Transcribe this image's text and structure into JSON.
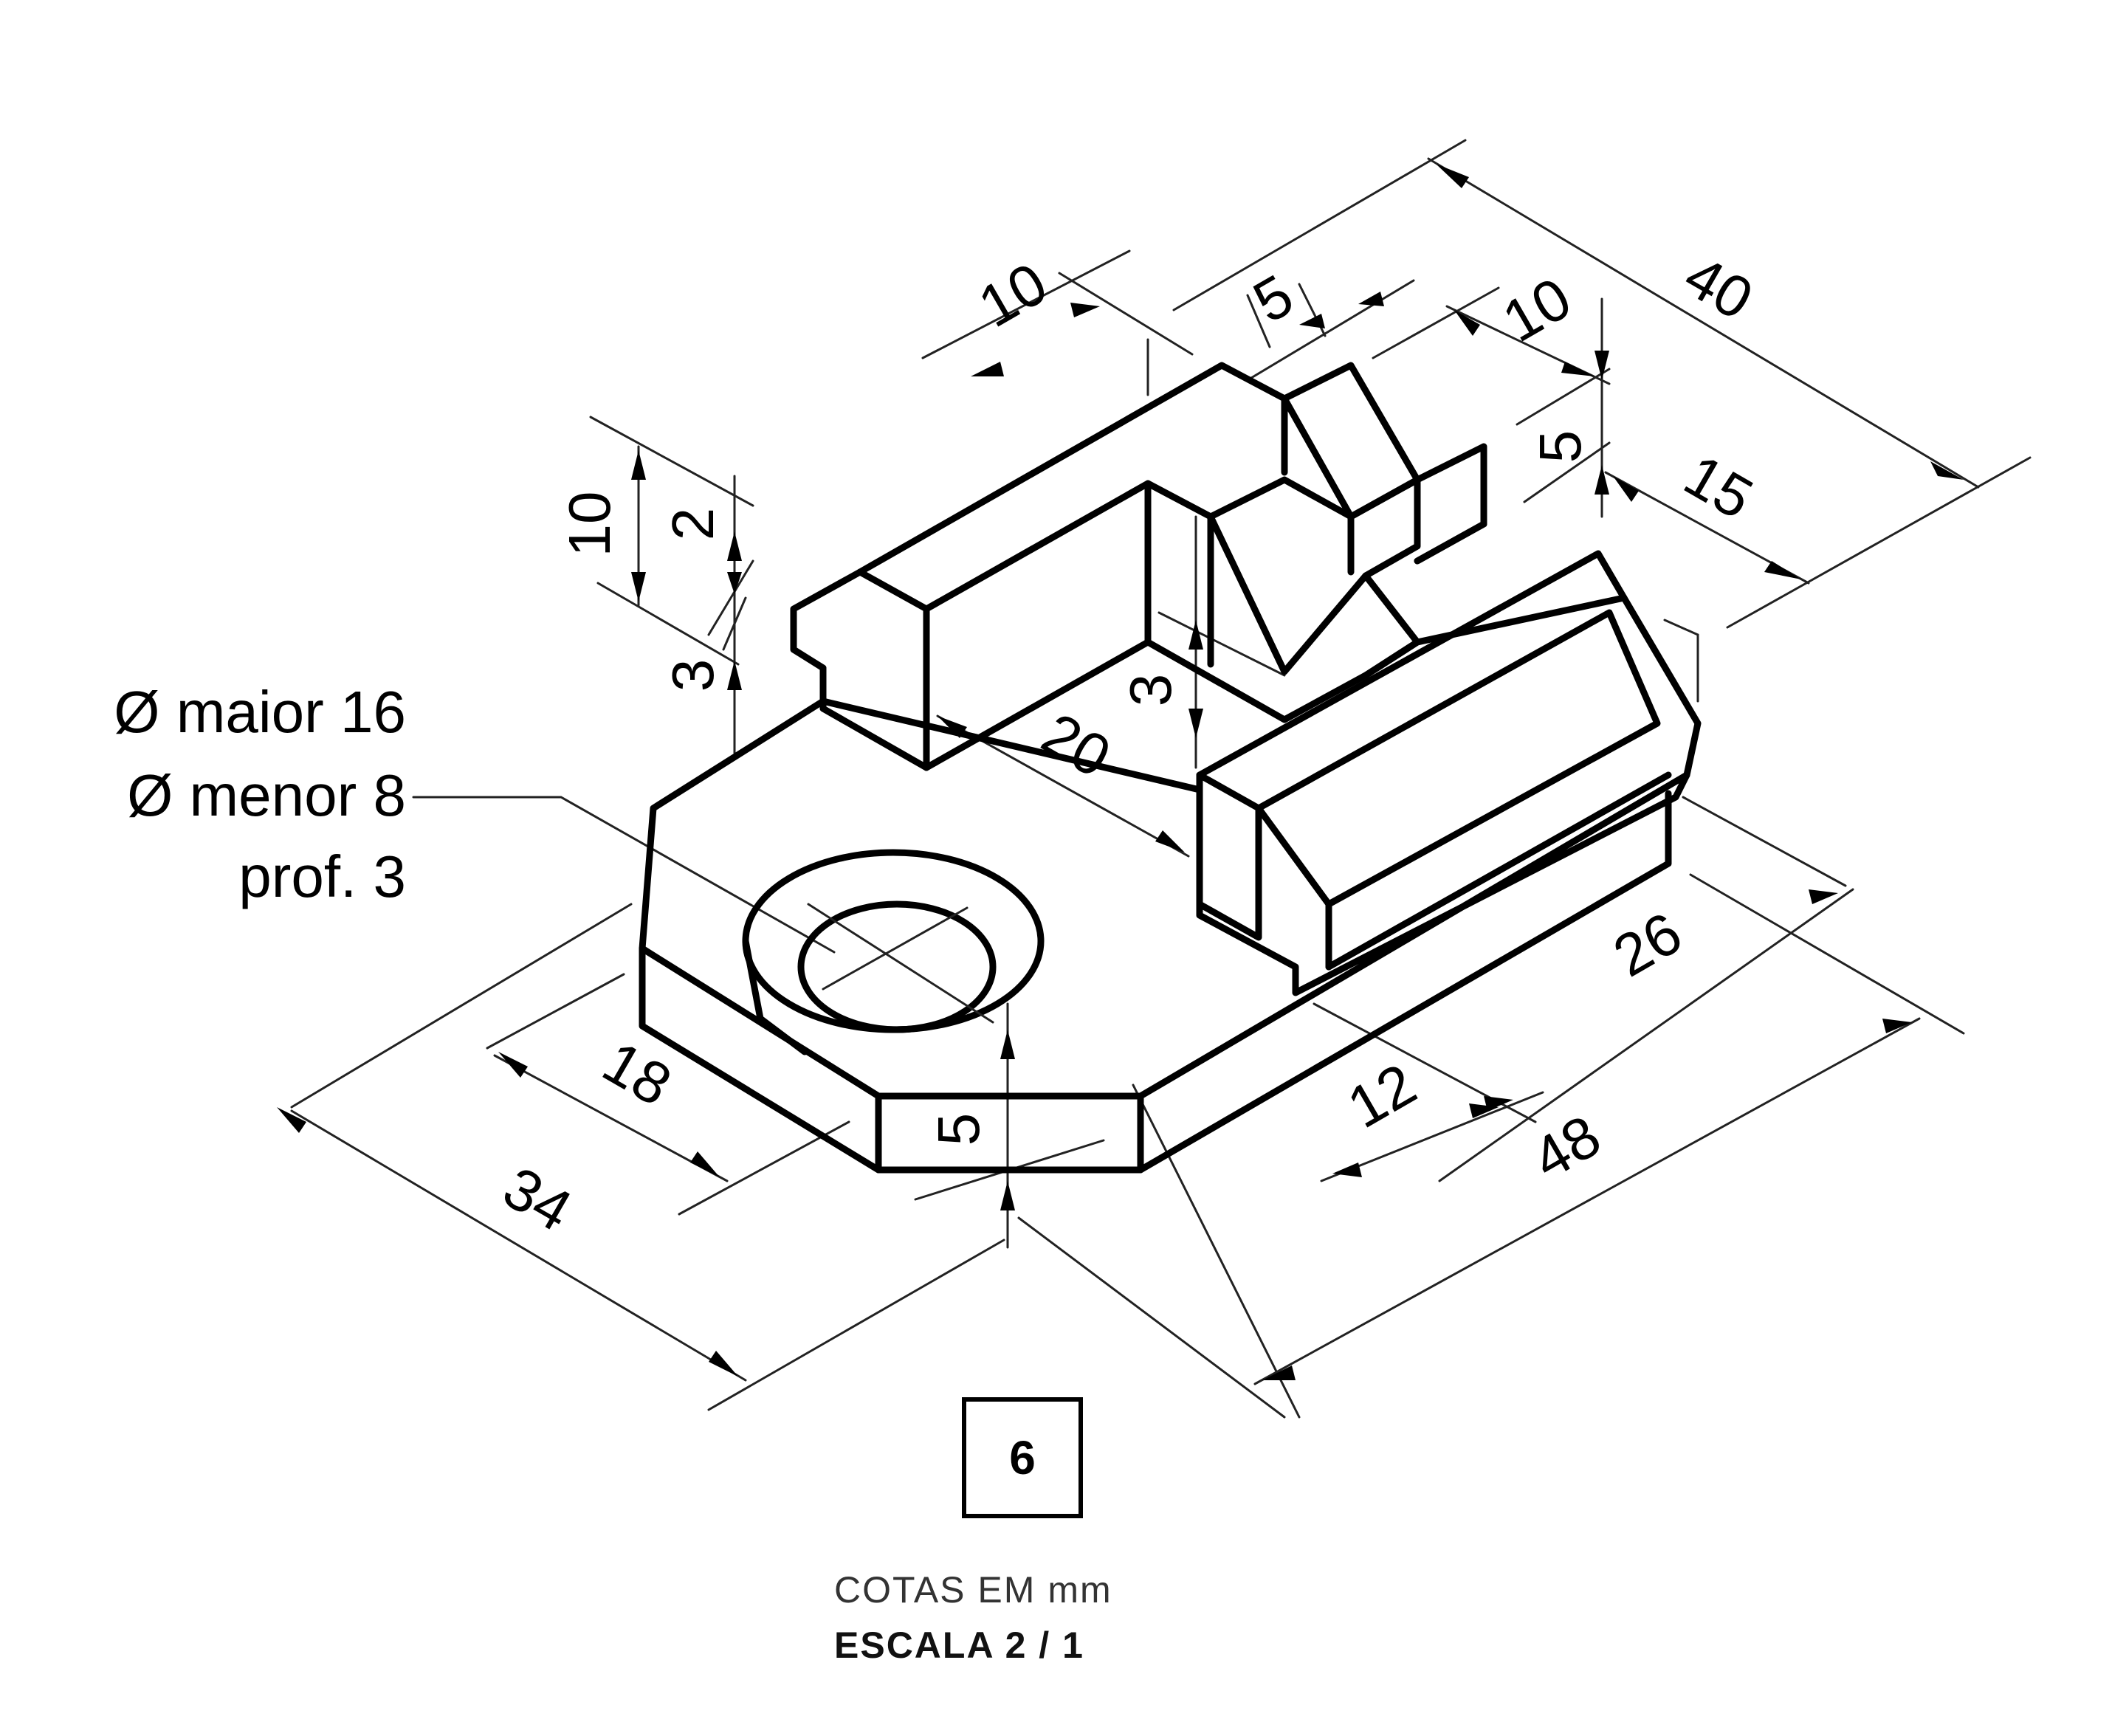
{
  "dimensions": {
    "d40": "40",
    "d10_top_left": "10",
    "d5_top": "5",
    "d10_top_right": "10",
    "d5_right": "5",
    "d15": "15",
    "d10_left": "10",
    "d2": "2",
    "d3_left": "3",
    "d20": "20",
    "d3_inner": "3",
    "d26": "26",
    "d18": "18",
    "d5_front": "5",
    "d12": "12",
    "d34": "34",
    "d48": "48"
  },
  "hole_note": {
    "line1": "Ø maior 16",
    "line2": "Ø menor 8",
    "line3": "prof. 3"
  },
  "figure_number": "6",
  "footer": {
    "units": "COTAS  EM  mm",
    "scale": "ESCALA   2 / 1"
  }
}
